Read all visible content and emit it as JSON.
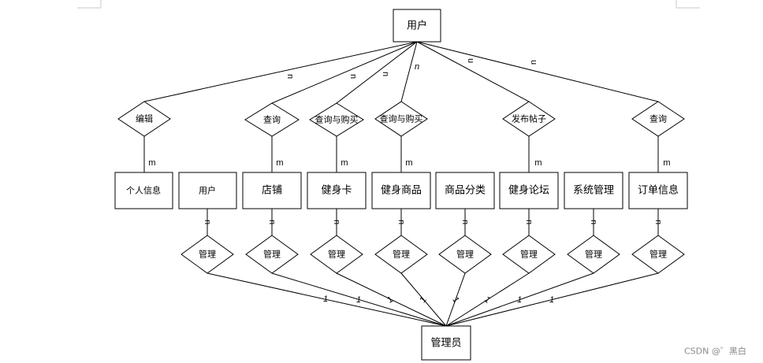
{
  "top_entity": "用户",
  "bottom_entity": "管理员",
  "top_relations": [
    {
      "label": "编辑",
      "card_top": "n",
      "card_bottom": "m"
    },
    {
      "label": "查询",
      "card_top": "n",
      "card_bottom": "m"
    },
    {
      "label": "查询与购买",
      "card_top": "n",
      "card_bottom": "m"
    },
    {
      "label": "查询与购买",
      "card_top": "n",
      "card_bottom": "m"
    },
    {
      "label": "发布帖子",
      "card_top": "n",
      "card_bottom": "m"
    },
    {
      "label": "查询",
      "card_top": "n",
      "card_bottom": "m"
    }
  ],
  "entities": [
    "个人信息",
    "用户",
    "店铺",
    "健身卡",
    "健身商品",
    "商品分类",
    "健身论坛",
    "系统管理",
    "订单信息"
  ],
  "manage_relations": [
    {
      "label": "管理",
      "card_top": "n",
      "card_bottom": "1"
    },
    {
      "label": "管理",
      "card_top": "n",
      "card_bottom": "1"
    },
    {
      "label": "管理",
      "card_top": "n",
      "card_bottom": "1"
    },
    {
      "label": "管理",
      "card_top": "n",
      "card_bottom": "1"
    },
    {
      "label": "管理",
      "card_top": "n",
      "card_bottom": "1"
    },
    {
      "label": "管理",
      "card_top": "n",
      "card_bottom": "1"
    },
    {
      "label": "管理",
      "card_top": "n",
      "card_bottom": "1"
    },
    {
      "label": "管理",
      "card_top": "n",
      "card_bottom": "1"
    }
  ],
  "watermark": "CSDN @゛黑白"
}
